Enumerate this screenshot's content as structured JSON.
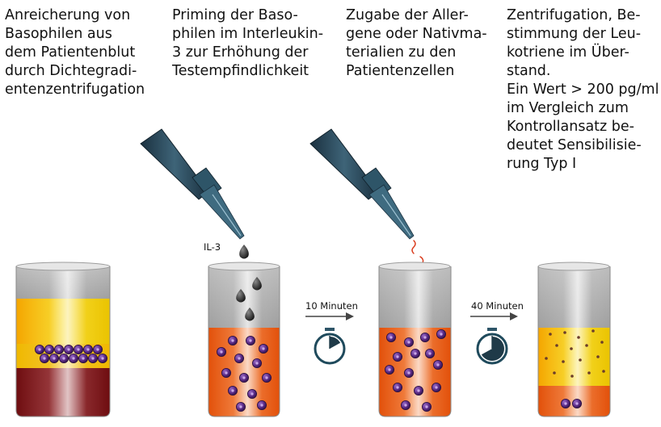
{
  "steps": [
    {
      "lines": [
        "Anreicherung von",
        "Basophilen aus",
        "dem Patientenblut",
        "durch Dichtegradi-",
        "entenzentrifugation"
      ]
    },
    {
      "lines": [
        "Priming der Baso-",
        "philen im Interleukin-",
        "3 zur Erhöhung der",
        "Testempfindlichkeit"
      ]
    },
    {
      "lines": [
        "Zugabe der Aller-",
        "gene oder Nativma-",
        "terialien zu den",
        "Patientenzellen"
      ]
    },
    {
      "lines": [
        "Zentrifugation, Be-",
        "stimmung der Leu-",
        "kotriene im Über-",
        "stand.",
        "Ein Wert > 200 pg/ml",
        "im Vergleich zum",
        "Kontrollansatz be-",
        "deutet Sensibilisie-",
        "rung Typ I"
      ]
    }
  ],
  "labels": {
    "il3": "IL-3",
    "wait1": "10 Minuten",
    "wait2": "40 Minuten"
  },
  "timers": [
    {
      "elapsed_fraction": 0.17
    },
    {
      "elapsed_fraction": 0.67
    }
  ],
  "colors": {
    "cell": "#5a2a86",
    "orange": "#e85a0c",
    "yellow": "#f2c200",
    "blood": "#7a0f12",
    "pipette": "#25404f"
  },
  "icons": [
    "pipette-icon",
    "droplet-icon",
    "arrow-icon",
    "stopwatch-icon",
    "allergen-icon"
  ]
}
